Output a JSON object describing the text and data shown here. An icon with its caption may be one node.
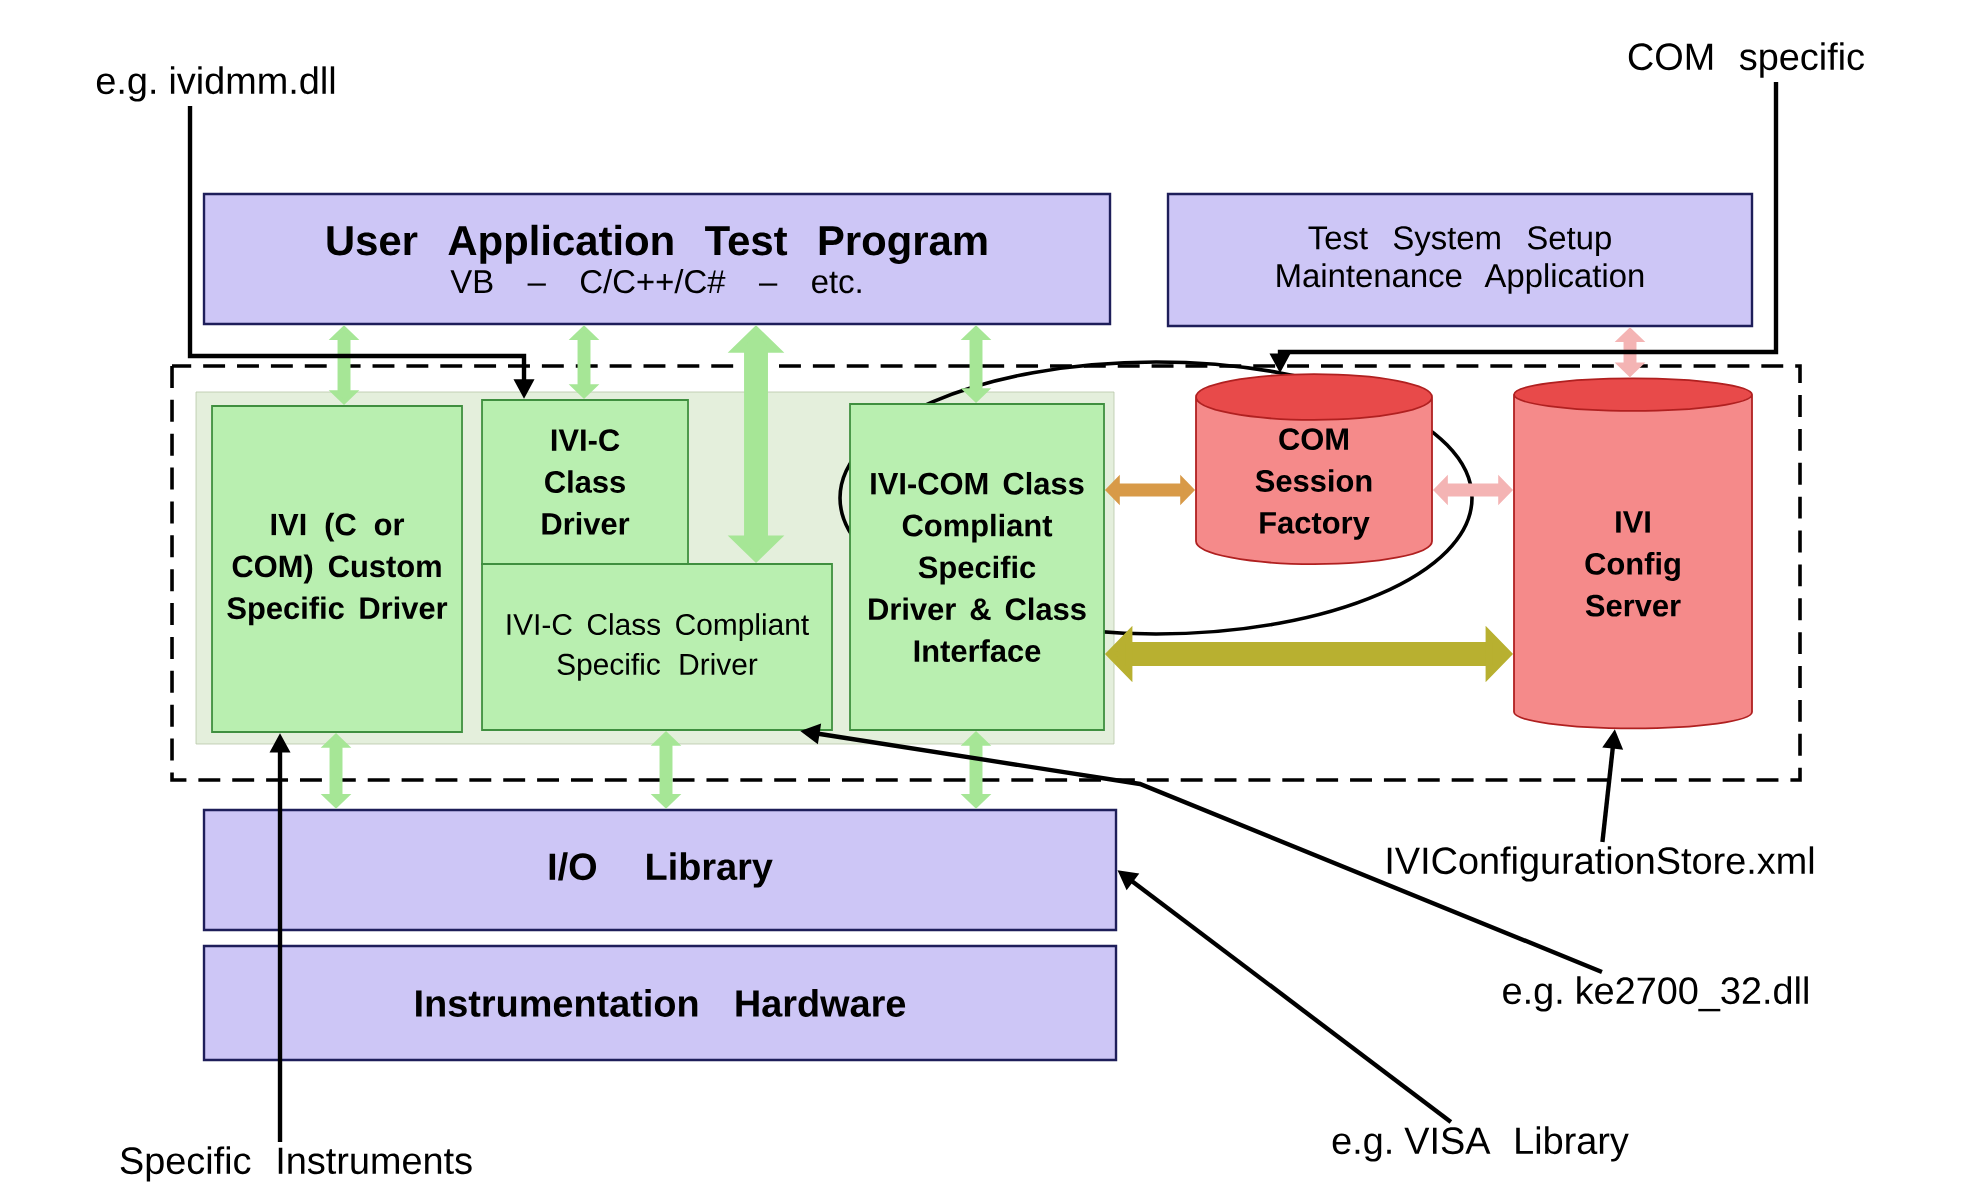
{
  "diagram": {
    "nodes": [
      {
        "text": [
          "User Application Test Program",
          "VB – C/C++/C# – etc."
        ]
      },
      {
        "text": [
          "Test System Setup Maintenance Application"
        ]
      },
      {
        "text": [
          "IVI (C or COM) Custom Specific Driver"
        ]
      },
      {
        "text": [
          "IVI-C Class Driver"
        ]
      },
      {
        "text": [
          "IVI-C Class Compliant Specific Driver"
        ]
      },
      {
        "text": [
          "IVI-COM Class Compliant Specific Driver & Class Interface"
        ]
      },
      {
        "text": [
          "COM Session Factory"
        ]
      },
      {
        "text": [
          "IVI Config Server"
        ]
      },
      {
        "text": [
          "I/O Library"
        ]
      },
      {
        "text": [
          "Instrumentation Hardware"
        ]
      },
      {
        "text": [
          "e.g. ividmm.dll"
        ]
      },
      {
        "text": [
          "COM specific"
        ]
      },
      {
        "text": [
          "IVIConfigurationStore.xml"
        ]
      },
      {
        "text": [
          "e.g. ke2700_32.dll"
        ]
      },
      {
        "text": [
          "e.g. VISA Library"
        ]
      },
      {
        "text": [
          "Specific Instruments"
        ]
      }
    ],
    "edges": [
      {
        "from": 0,
        "to": 2,
        "arrow": "both"
      },
      {
        "from": 0,
        "to": 3,
        "arrow": "both"
      },
      {
        "from": 0,
        "to": 4,
        "arrow": "both",
        "style": "thick"
      },
      {
        "from": 0,
        "to": 5,
        "arrow": "both"
      },
      {
        "from": 1,
        "to": 7,
        "arrow": "both",
        "color": "#f4b4b4"
      },
      {
        "from": 5,
        "to": 6,
        "arrow": "both",
        "color": "#d89a48"
      },
      {
        "from": 6,
        "to": 7,
        "arrow": "both",
        "color": "#f4b4b4"
      },
      {
        "from": 5,
        "to": 7,
        "arrow": "both",
        "style": "thick",
        "color": "#b8b030"
      },
      {
        "from": 2,
        "to": 8,
        "arrow": "both"
      },
      {
        "from": 4,
        "to": 8,
        "arrow": "both"
      },
      {
        "from": 5,
        "to": 8,
        "arrow": "both"
      },
      {
        "from": 10,
        "to": 3,
        "arrow": "to",
        "color": "#000000"
      },
      {
        "from": 11,
        "to": 6,
        "arrow": "to",
        "color": "#000000"
      },
      {
        "from": 12,
        "to": 7,
        "arrow": "to",
        "color": "#000000"
      },
      {
        "from": 13,
        "to": 4,
        "arrow": "to",
        "color": "#000000"
      },
      {
        "from": 14,
        "to": 8,
        "arrow": "to",
        "color": "#000000"
      },
      {
        "from": 15,
        "to": 2,
        "arrow": "to",
        "color": "#000000"
      }
    ]
  }
}
